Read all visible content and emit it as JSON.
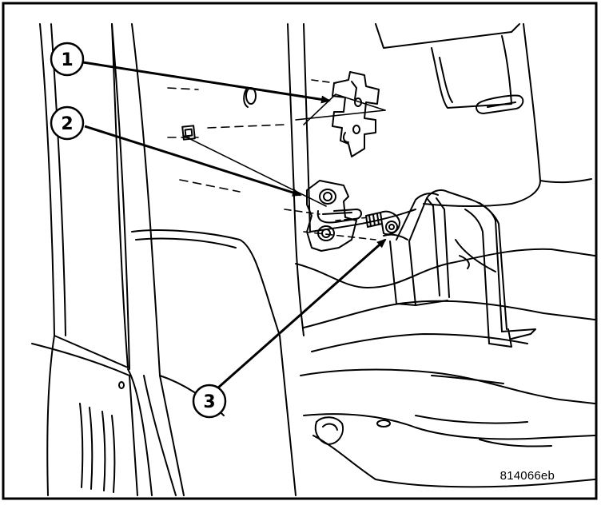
{
  "callouts": [
    {
      "number": "1"
    },
    {
      "number": "2"
    },
    {
      "number": "3"
    }
  ],
  "figure_code": "814066eb",
  "colors": {
    "line": "#000000",
    "background": "#ffffff"
  }
}
